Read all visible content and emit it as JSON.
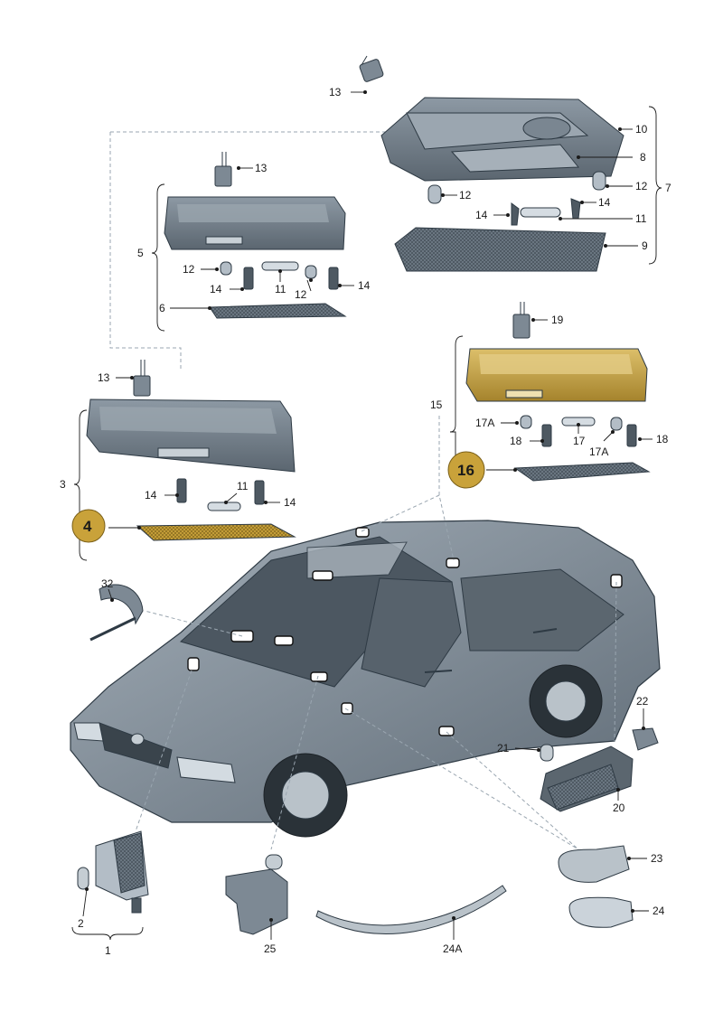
{
  "labels": {
    "l1": "1",
    "l2": "2",
    "l3": "3",
    "l4": "4",
    "l5": "5",
    "l6": "6",
    "l7": "7",
    "l8": "8",
    "l9": "9",
    "l10": "10",
    "l11a": "11",
    "l11b": "11",
    "l11c": "11",
    "l12a": "12",
    "l12b": "12",
    "l12c": "12",
    "l12d": "12",
    "l13a": "13",
    "l13b": "13",
    "l13c": "13",
    "l14a": "14",
    "l14b": "14",
    "l14c": "14",
    "l14d": "14",
    "l14e": "14",
    "l14f": "14",
    "l15": "15",
    "l16": "16",
    "l17": "17",
    "l17a1": "17A",
    "l17a2": "17A",
    "l18a": "18",
    "l18b": "18",
    "l19": "19",
    "l20": "20",
    "l21": "21",
    "l22": "22",
    "l23": "23",
    "l24": "24",
    "l24a": "24A",
    "l25": "25",
    "l32": "32"
  },
  "colors": {
    "highlight": "#c9a23a",
    "part_dark": "#6b7884",
    "part_mid": "#8a97a3",
    "part_light": "#b4bec7",
    "car_body": "#7f8c98"
  }
}
